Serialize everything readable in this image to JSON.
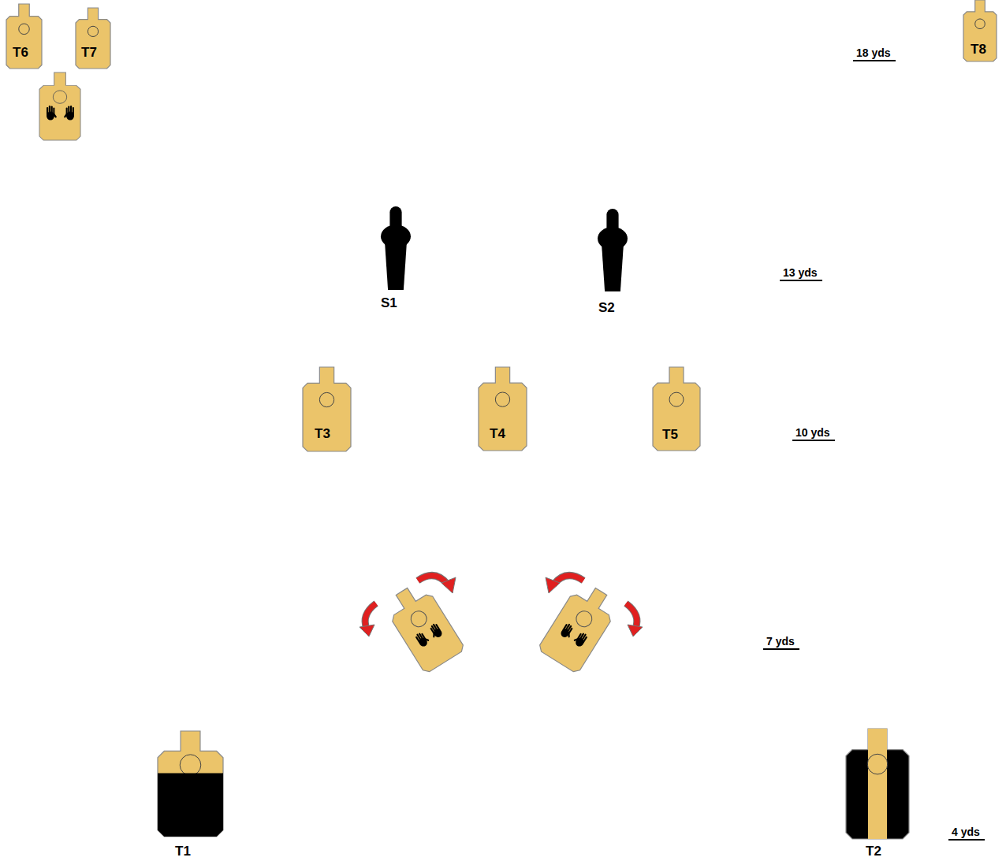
{
  "diagram": {
    "nodes": [
      {
        "text": [
          "T6"
        ]
      },
      {
        "text": [
          "T7"
        ]
      },
      {
        "text": [
          "T8"
        ]
      },
      {
        "text": [
          "S1"
        ]
      },
      {
        "text": [
          "S2"
        ]
      },
      {
        "text": [
          "T3"
        ]
      },
      {
        "text": [
          "T4"
        ]
      },
      {
        "text": [
          "T5"
        ]
      },
      {
        "text": [
          "T1"
        ]
      },
      {
        "text": [
          "T2"
        ]
      }
    ],
    "labels": [
      "18 yds",
      "13 yds",
      "10 yds",
      "7 yds",
      "4 yds"
    ]
  }
}
